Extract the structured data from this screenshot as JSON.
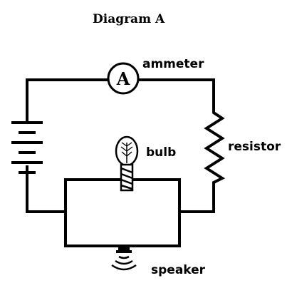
{
  "diagram": {
    "title": "Diagram A",
    "ammeter_symbol": "A",
    "labels": {
      "ammeter": "ammeter",
      "resistor": "resistor",
      "bulb": "bulb",
      "speaker": "speaker"
    }
  },
  "colors": {
    "ink": "#000000",
    "background": "#ffffff"
  }
}
